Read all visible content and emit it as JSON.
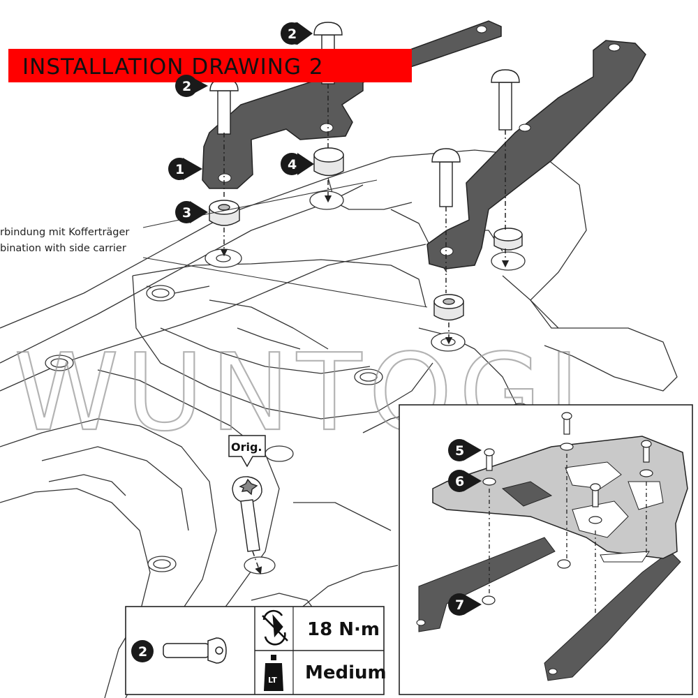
{
  "banner": {
    "title": "INSTALLATION DRAWING 2"
  },
  "callouts": {
    "c1": "1",
    "c2": "2",
    "c3": "3",
    "c4": "4",
    "c5": "5",
    "c6": "6",
    "c7": "7"
  },
  "note": {
    "line1": "rbindung mit Kofferträger",
    "line2": "bination with  side carrier"
  },
  "orig_tag": "Orig.",
  "spec_box": {
    "part_number": "2",
    "torque": "18 N·m",
    "threadlock": "Medium",
    "threadlock_icon_label": "LT"
  },
  "watermark": "WUNTOGI",
  "colors": {
    "banner": "#ff0000",
    "bracket": "#5a5a5a",
    "line": "#222222"
  }
}
